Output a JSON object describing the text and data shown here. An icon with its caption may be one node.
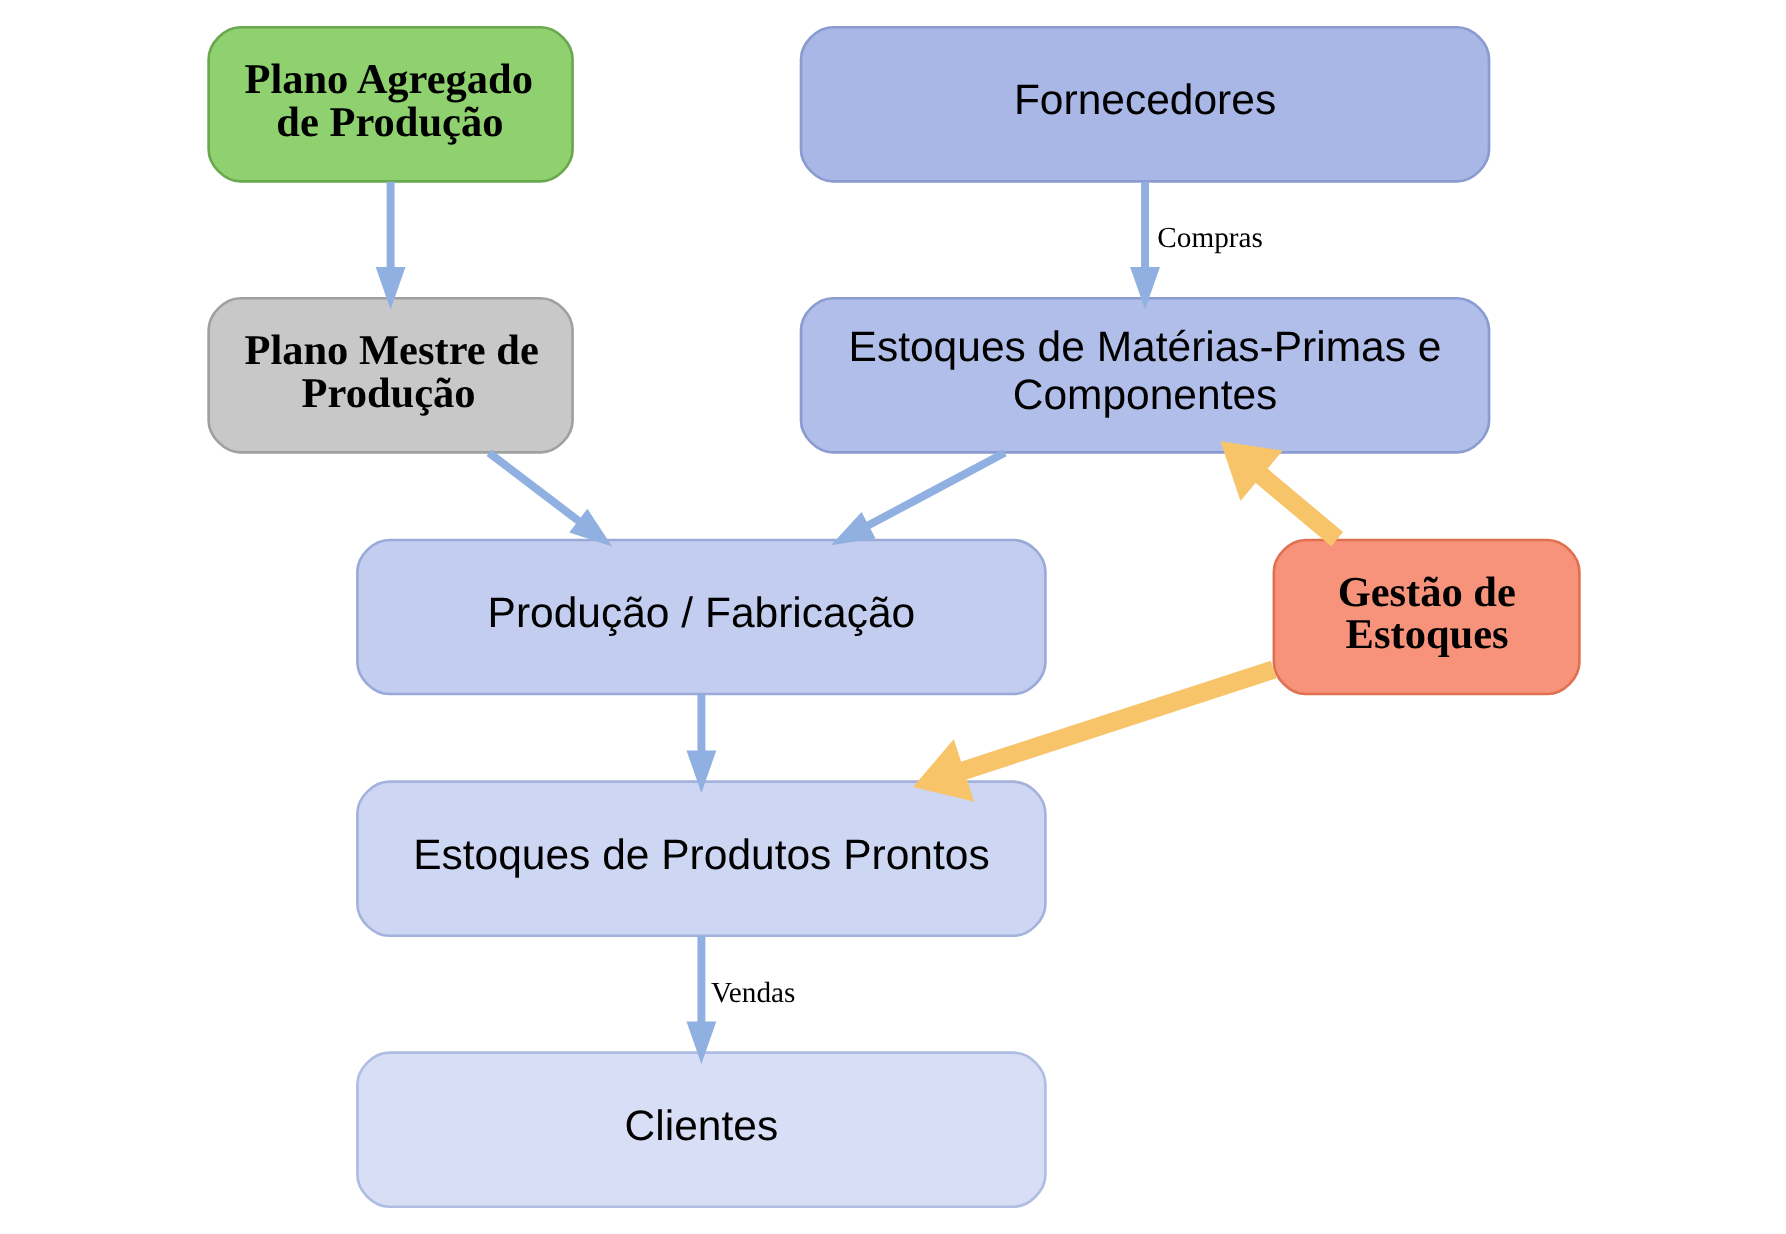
{
  "diagram": {
    "nodes": [
      {
        "text": [
          "Plano Agregado de Produção"
        ]
      },
      {
        "text": [
          "Fornecedores"
        ]
      },
      {
        "text": [
          "Plano Mestre de Produção"
        ]
      },
      {
        "text": [
          "Estoques de Matérias-Primas e Componentes"
        ]
      },
      {
        "text": [
          "Produção / Fabricação"
        ]
      },
      {
        "text": [
          "Gestão de Estoques"
        ]
      },
      {
        "text": [
          "Estoques de Produtos Prontos"
        ]
      },
      {
        "text": [
          "Clientes"
        ]
      }
    ],
    "edges": [
      {
        "from": 0,
        "to": 2,
        "arrow": "to"
      },
      {
        "from": 1,
        "to": 3,
        "arrow": "to",
        "label": "Compras"
      },
      {
        "from": 3,
        "to": 4,
        "arrow": "to"
      },
      {
        "from": 2,
        "to": 4,
        "arrow": "to"
      },
      {
        "from": 4,
        "to": 6,
        "arrow": "to"
      },
      {
        "from": 6,
        "to": 7,
        "arrow": "to",
        "label": "Vendas"
      },
      {
        "from": 5,
        "to": 3,
        "arrow": "to",
        "style": "thick",
        "color": "#f8c46a"
      },
      {
        "from": 5,
        "to": 6,
        "arrow": "to",
        "style": "thick",
        "color": "#f8c46a"
      }
    ]
  }
}
